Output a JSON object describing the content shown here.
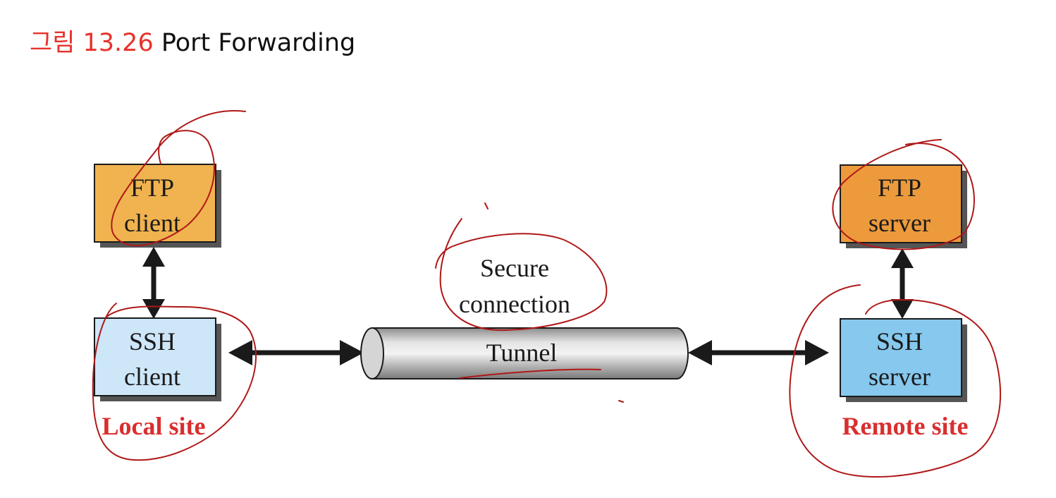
{
  "title": {
    "prefix": "그림 13.26",
    "text": "Port Forwarding"
  },
  "local": {
    "ftp_client": {
      "line1": "FTP",
      "line2": "client"
    },
    "ssh_client": {
      "line1": "SSH",
      "line2": "client"
    },
    "site_label": "Local site"
  },
  "remote": {
    "ftp_server": {
      "line1": "FTP",
      "line2": "server"
    },
    "ssh_server": {
      "line1": "SSH",
      "line2": "server"
    },
    "site_label": "Remote site"
  },
  "connection": {
    "line1": "Secure",
    "line2": "connection"
  },
  "tunnel_label": "Tunnel",
  "colors": {
    "ftp_box": "#f0b34f",
    "ftp_server_box": "#ec9a3c",
    "ssh_client_box": "#cde6f8",
    "ssh_server_box": "#86c8ee",
    "site_label": "#d92f2f",
    "annotation": "#b01818",
    "title_prefix": "#e8322b"
  }
}
